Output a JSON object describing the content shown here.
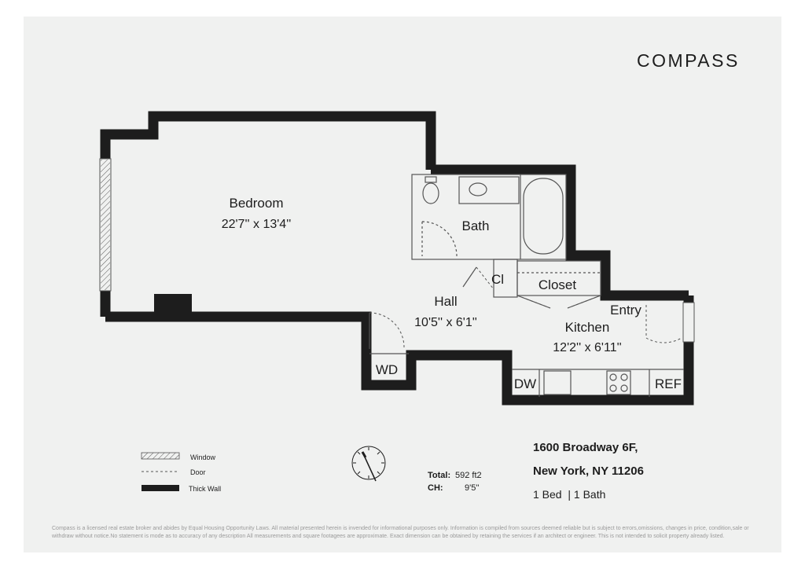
{
  "brand": {
    "logo": "COMPASS"
  },
  "rooms": {
    "bedroom": {
      "name": "Bedroom",
      "dims": "22'7'' x 13'4''"
    },
    "bath": {
      "name": "Bath"
    },
    "cl": {
      "name": "Cl"
    },
    "closet": {
      "name": "Closet"
    },
    "hall": {
      "name": "Hall",
      "dims": "10'5'' x 6'1''"
    },
    "entry": {
      "name": "Entry"
    },
    "kitchen": {
      "name": "Kitchen",
      "dims": "12'2'' x 6'11''"
    },
    "wd": {
      "name": "WD"
    },
    "dw": {
      "name": "DW"
    },
    "ref": {
      "name": "REF"
    }
  },
  "legend": {
    "window": "Window",
    "door": "Door",
    "thick_wall": "Thick Wall"
  },
  "stats": {
    "total_label": "Total:",
    "total_value": "592 ft2",
    "ch_label": "CH:",
    "ch_value": "9'5''"
  },
  "address": {
    "line1": "1600 Broadway 6F,",
    "line2": "New York, NY 11206",
    "beds_baths": "1 Bed  | 1 Bath"
  },
  "disclaimer": "Compass is a licensed real estate broker and abides by Equal Housing Opportunity Laws. All material presented herein is invended for informational purposes only. Information is compiled from sources deemed reliable but is subject to errors,omissions, changes in price, condition,sale or withdraw without notice.No statement is mode as to accuracy of any description All measurements and square footagees are approximate. Exact dimension can be obtained by retaining the services if an architect or engineer. This is not intended to solicit property already listed.",
  "colors": {
    "wall": "#1d1d1d",
    "background": "#f0f1f0",
    "fixture": "#555555"
  }
}
